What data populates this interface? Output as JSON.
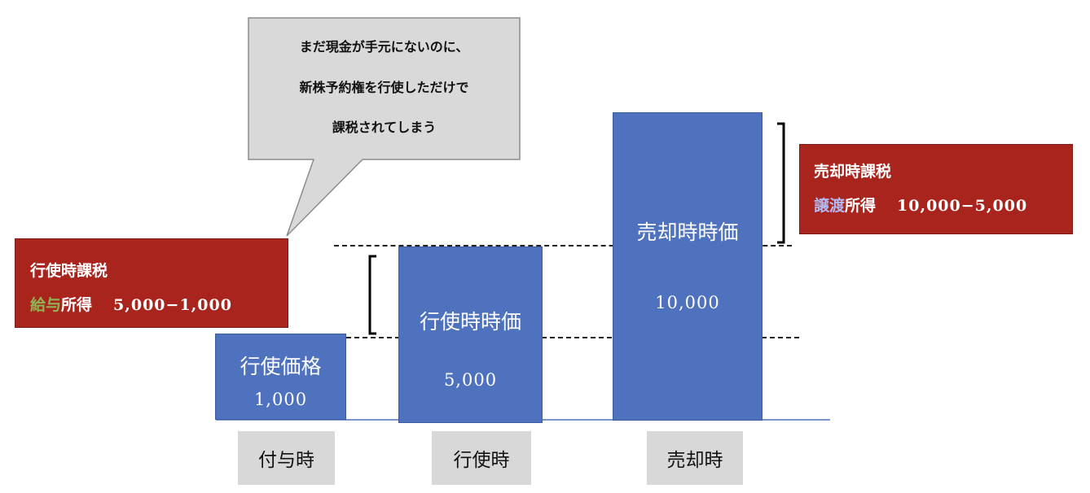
{
  "speech_bubble": {
    "lines": [
      "まだ現金が手元にないのに、",
      "新株予約権を行使しただけで",
      "課税されてしまう"
    ]
  },
  "bars": [
    {
      "label": "行使価格",
      "value": "1,000",
      "amount": 1000
    },
    {
      "label": "行使時時価",
      "value": "5,000",
      "amount": 5000
    },
    {
      "label": "売却時時価",
      "value": "10,000",
      "amount": 10000
    }
  ],
  "categories": [
    "付与時",
    "行使時",
    "売却時"
  ],
  "exercise_tax": {
    "title": "行使時課税",
    "income_highlight": "給与",
    "income_rest": "所得",
    "formula": "5,000−1,000"
  },
  "sale_tax": {
    "title": "売却時課税",
    "income_highlight": "譲渡",
    "income_rest": "所得",
    "formula": "10,000−5,000"
  },
  "colors": {
    "bar": "#4f72be",
    "tax_box": "#a9241c",
    "bubble": "#d9d9d9",
    "category_box": "#d8d8d8",
    "highlight_salary": "#8fb453",
    "highlight_transfer": "#b4b7f0"
  }
}
